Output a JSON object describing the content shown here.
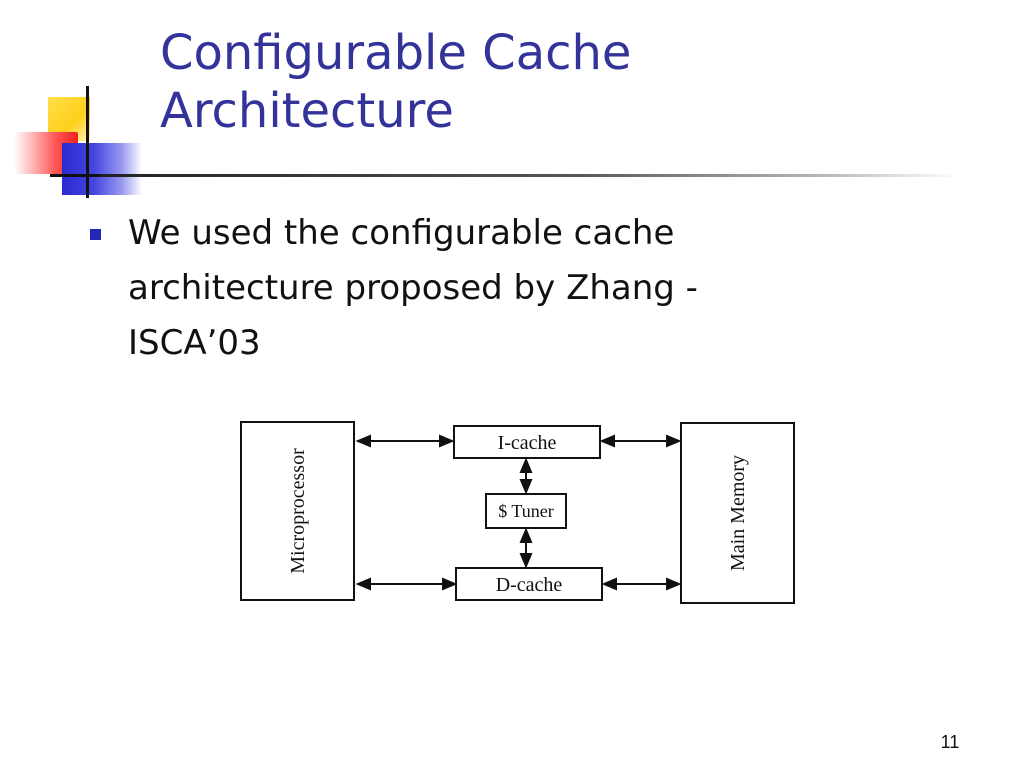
{
  "slide": {
    "title_line1": "Configurable Cache",
    "title_line2": "Architecture",
    "bullet_line1": "We used the configurable cache",
    "bullet_line2": "architecture proposed by Zhang -",
    "bullet_line3": "ISCA’03",
    "slide_number": "11",
    "colors": {
      "title": "#33339a",
      "bullet": "#2626b8"
    }
  },
  "diagram": {
    "microprocessor": "Microprocessor",
    "i_cache": "I-cache",
    "tuner": "$ Tuner",
    "d_cache": "D-cache",
    "main_memory": "Main Memory"
  }
}
